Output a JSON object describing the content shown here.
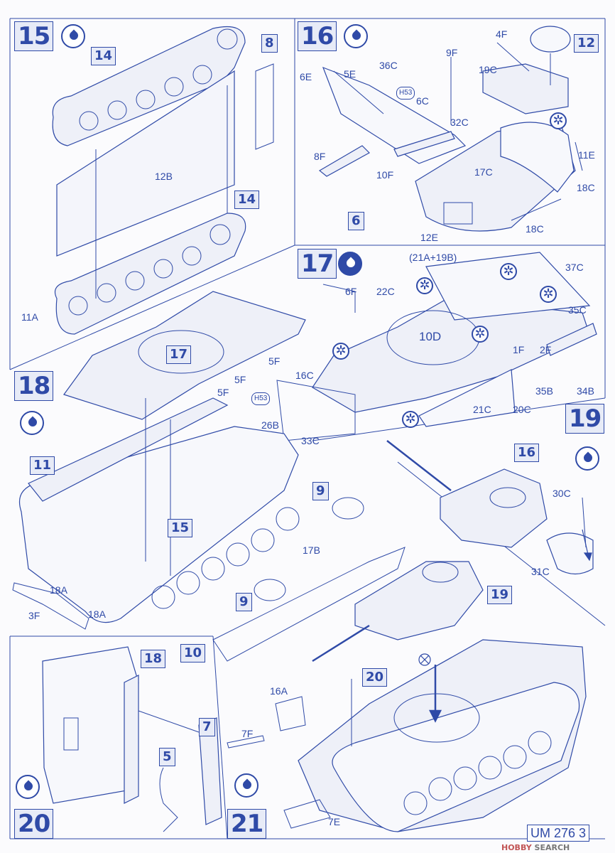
{
  "page_code": "UM 276 3",
  "watermark": {
    "prefix": "HOBBY",
    "word": "SEARCH"
  },
  "steps": [
    {
      "id": "15",
      "num": "15"
    },
    {
      "id": "16",
      "num": "16"
    },
    {
      "id": "17",
      "num": "17"
    },
    {
      "id": "18",
      "num": "18"
    },
    {
      "id": "19",
      "num": "19"
    },
    {
      "id": "20",
      "num": "20"
    },
    {
      "id": "21",
      "num": "21"
    }
  ],
  "ref_boxes": {
    "r14a": "14",
    "r8": "8",
    "r14b": "14",
    "r12": "12",
    "r6": "6",
    "r17": "17",
    "r15": "15",
    "r11": "11",
    "r9a": "9",
    "r9b": "9",
    "r10": "10",
    "r19": "19",
    "r16": "16",
    "r20": "20",
    "r18": "18",
    "r7": "7",
    "r5": "5"
  },
  "labels": {
    "l12B": "12B",
    "l11A": "11A",
    "l4F": "4F",
    "l19C": "19C",
    "l9F": "9F",
    "l36C": "36C",
    "l6E": "6E",
    "l5E": "5E",
    "l6C": "6C",
    "l32C": "32C",
    "l8F": "8F",
    "l10F": "10F",
    "l17C": "17C",
    "l11E": "11E",
    "l18Ca": "18C",
    "l18Cb": "18C",
    "l12E": "12E",
    "l21A19B": "(21A+19B)",
    "l37C": "37C",
    "l6F": "6F",
    "l22C": "22C",
    "l10D": "10D",
    "l35C": "35C",
    "l1F": "1F",
    "l2F": "2F",
    "l35B": "35B",
    "l34B": "34B",
    "l21C": "21C",
    "l20C": "20C",
    "l16C": "16C",
    "l5Fa": "5F",
    "l5Fb": "5F",
    "l5Fc": "5F",
    "l26B": "26B",
    "l33C": "33C",
    "l30C": "30C",
    "l31C": "31C",
    "l17B": "17B",
    "l18Aa": "18A",
    "l18Ab": "18A",
    "l3F": "3F",
    "l16A": "16A",
    "l7F": "7F",
    "l7E": "7E"
  },
  "paint_code": "H53",
  "colors": {
    "ink": "#2f4aa7",
    "paper": "#fbfbfd",
    "box": "#e7ebf7"
  }
}
